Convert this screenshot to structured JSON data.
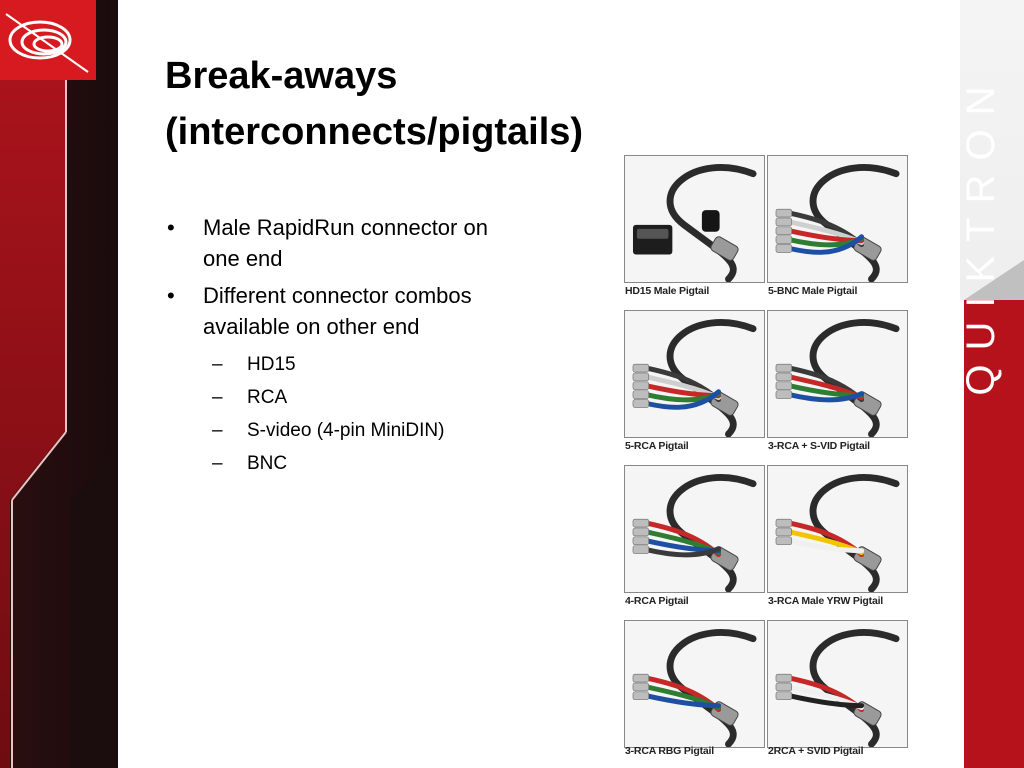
{
  "slide": {
    "title_line1": "Break-aways",
    "title_line2": "(interconnects/pigtails)",
    "bullets": [
      {
        "text_line1": "Male RapidRun connector on",
        "text_line2": "one end"
      },
      {
        "text_line1": "Different connector combos",
        "text_line2": "available on other end"
      }
    ],
    "bullet_symbol": "•",
    "dash_symbol": "–",
    "sub_items": [
      "HD15",
      "RCA",
      "S-video (4-pin MiniDIN)",
      "BNC"
    ]
  },
  "photos": [
    {
      "caption": "HD15 Male Pigtail",
      "icon": "hd15-cable-photo"
    },
    {
      "caption": "5-BNC Male Pigtail",
      "icon": "bnc-cable-photo",
      "colors": [
        "#3a3a3a",
        "#cfcfcf",
        "#c62828",
        "#2e7d32",
        "#1e4fa3"
      ]
    },
    {
      "caption": "5-RCA Pigtail",
      "icon": "rca-cable-photo",
      "colors": [
        "#3a3a3a",
        "#cfcfcf",
        "#c62828",
        "#2e7d32",
        "#1e4fa3"
      ]
    },
    {
      "caption": "3-RCA + S-VID Pigtail",
      "icon": "rca-svid-cable-photo",
      "colors": [
        "#3a3a3a",
        "#c62828",
        "#2e7d32",
        "#1e4fa3"
      ]
    },
    {
      "caption": "4-RCA Pigtail",
      "icon": "rca-cable-photo",
      "colors": [
        "#c62828",
        "#2e7d32",
        "#1e4fa3",
        "#3a3a3a"
      ]
    },
    {
      "caption": "3-RCA Male YRW Pigtail",
      "icon": "rca-yrw-cable-photo",
      "colors": [
        "#c62828",
        "#f2c500",
        "#f0f0f0"
      ]
    },
    {
      "caption": "3-RCA RBG Pigtail",
      "icon": "rca-rbg-cable-photo",
      "colors": [
        "#c62828",
        "#2e7d32",
        "#1e4fa3"
      ]
    },
    {
      "caption": "2RCA + SVID Pigtail",
      "icon": "rca-svid-cable-photo",
      "colors": [
        "#c62828",
        "#f0f0f0",
        "#222222"
      ]
    }
  ],
  "brand": {
    "name": "QUIKTRON",
    "accent": "#c8102e",
    "dark": "#2a1214"
  }
}
